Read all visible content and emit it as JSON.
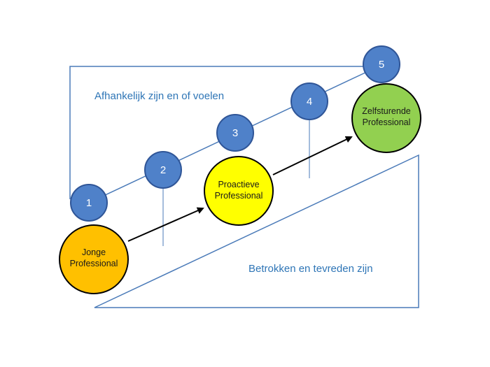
{
  "colors": {
    "outline": "#4a7ab8",
    "region_text": "#2e75b6",
    "step_fill": "#4f81c9",
    "step_stroke": "#2f5597",
    "jonge_fill": "#ffc000",
    "proactieve_fill": "#ffff00",
    "zelfsturende_fill": "#92d050",
    "node_stroke": "#000000",
    "arrow": "#000000"
  },
  "regions": {
    "top_label": "Afhankelijk zijn en of voelen",
    "bottom_label": "Betrokken en tevreden zijn"
  },
  "steps": [
    {
      "label": "1"
    },
    {
      "label": "2"
    },
    {
      "label": "3"
    },
    {
      "label": "4"
    },
    {
      "label": "5"
    }
  ],
  "nodes": {
    "jonge": {
      "line1": "Jonge",
      "line2": "Professional"
    },
    "proactieve": {
      "line1": "Proactieve",
      "line2": "Professional"
    },
    "zelfsturende": {
      "line1": "Zelfsturende",
      "line2": "Professional"
    }
  }
}
